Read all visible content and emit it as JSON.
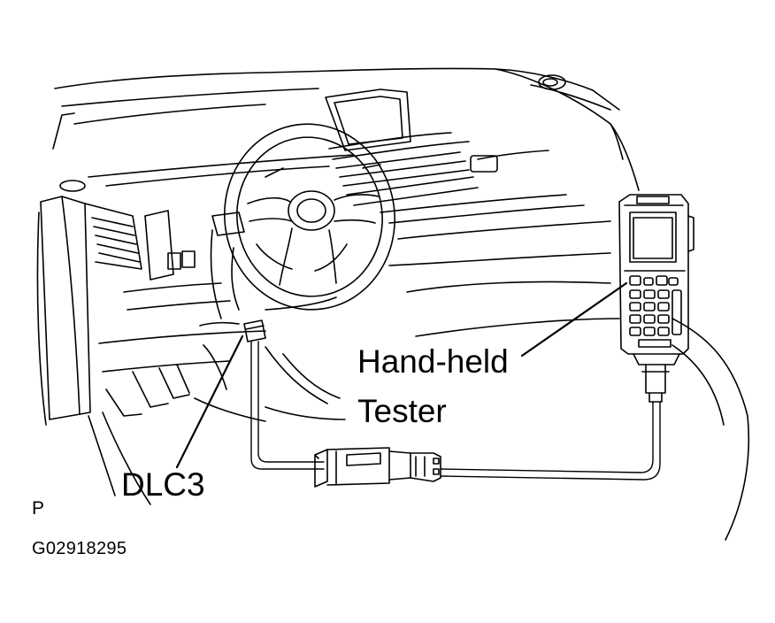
{
  "labels": {
    "tester_line1": "Hand-held",
    "tester_line2": "Tester",
    "connector": "DLC3",
    "view_marker": "P",
    "figure_code": "G02918295"
  }
}
